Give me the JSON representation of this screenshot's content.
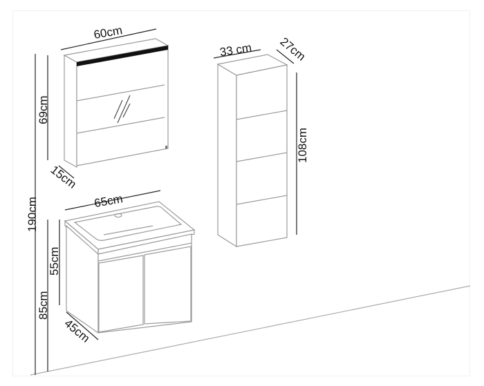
{
  "diagram": {
    "type": "furniture-dimension-drawing",
    "line_color": "#9a9a9a",
    "dimension_color": "#222222",
    "mirror_cabinet": {
      "width_label": "60cm",
      "height_label": "69cm",
      "depth_label": "15cm",
      "features": [
        "led-light-strip",
        "mirror-glare",
        "3-shelves-lines",
        "side-switch"
      ]
    },
    "vanity_unit": {
      "width_label": "65cm",
      "height_label": "55cm",
      "depth_label": "45cm",
      "features": [
        "integrated-basin",
        "tap-hole",
        "2-doors",
        "top-drawer-line"
      ]
    },
    "tall_cabinet": {
      "width_label": "33 cm",
      "height_label": "108cm",
      "depth_label": "27cm",
      "features": [
        "4-panel-door"
      ]
    },
    "overall": {
      "total_height_label": "190cm",
      "vanity_mount_height_label": "85cm"
    }
  }
}
